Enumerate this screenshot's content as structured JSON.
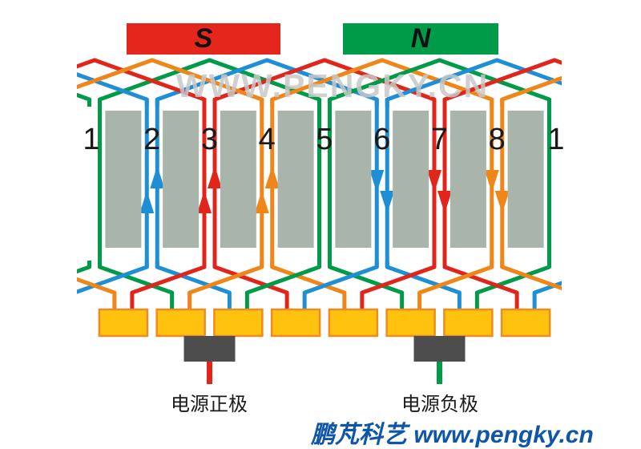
{
  "diagram": {
    "magnets": [
      {
        "label": "S",
        "color": "#E4261D"
      },
      {
        "label": "N",
        "color": "#009B48"
      }
    ],
    "slot_numbers": [
      "1",
      "2",
      "3",
      "4",
      "5",
      "6",
      "7",
      "8",
      "1"
    ],
    "wire_cycle": [
      "green",
      "blue",
      "red",
      "orange"
    ],
    "colors": {
      "red": "#E1251B",
      "green": "#009B48",
      "blue": "#1E8FD5",
      "orange": "#F08519",
      "slot_bar": "#A9B5AA",
      "segment_fill": "#FFC20E",
      "segment_border": "#F18A1F",
      "brush": "#4D4D4D",
      "number": "#1A1A1A",
      "watermark": "#C8C8C8",
      "branding": "#0F55AA"
    },
    "arrows": {
      "up_slots": [
        2,
        3,
        4
      ],
      "down_slots": [
        6,
        7,
        8
      ]
    },
    "segments_count": 8,
    "brushes": [
      {
        "label": "电源正极",
        "lead_color": "red"
      },
      {
        "label": "电源负极",
        "lead_color": "green"
      }
    ],
    "watermark": "WWW.PENGKY.CN",
    "branding": "鹏芃科艺 www.pengky.cn"
  }
}
